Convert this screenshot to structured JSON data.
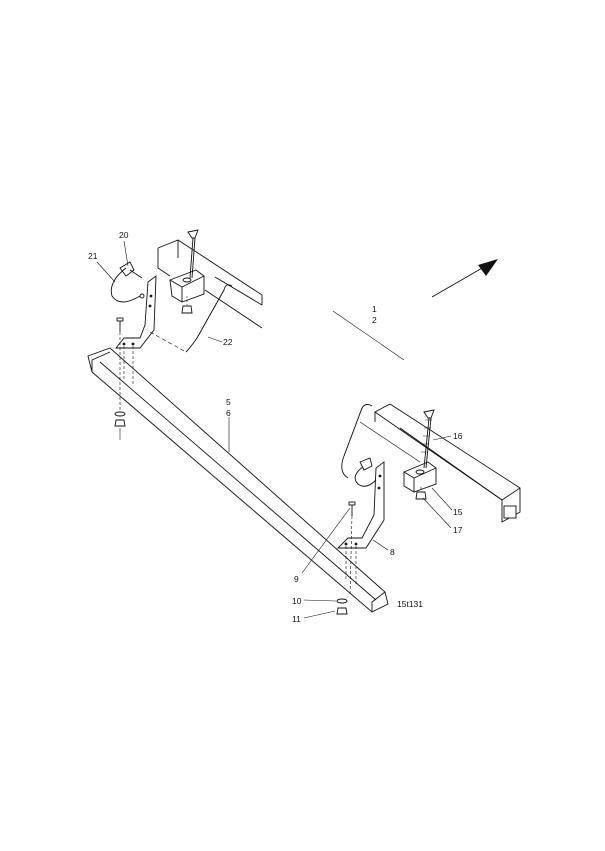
{
  "diagram": {
    "reference": "15t131",
    "callouts": [
      {
        "id": "c20",
        "text": "20"
      },
      {
        "id": "c21",
        "text": "21"
      },
      {
        "id": "c22",
        "text": "22"
      },
      {
        "id": "c1",
        "text": "1"
      },
      {
        "id": "c2",
        "text": "2"
      },
      {
        "id": "c5",
        "text": "5"
      },
      {
        "id": "c6",
        "text": "6"
      },
      {
        "id": "c16",
        "text": "16"
      },
      {
        "id": "c15",
        "text": "15"
      },
      {
        "id": "c17",
        "text": "17"
      },
      {
        "id": "c8",
        "text": "8"
      },
      {
        "id": "c9",
        "text": "9"
      },
      {
        "id": "c10",
        "text": "10"
      },
      {
        "id": "c11",
        "text": "11"
      }
    ]
  }
}
